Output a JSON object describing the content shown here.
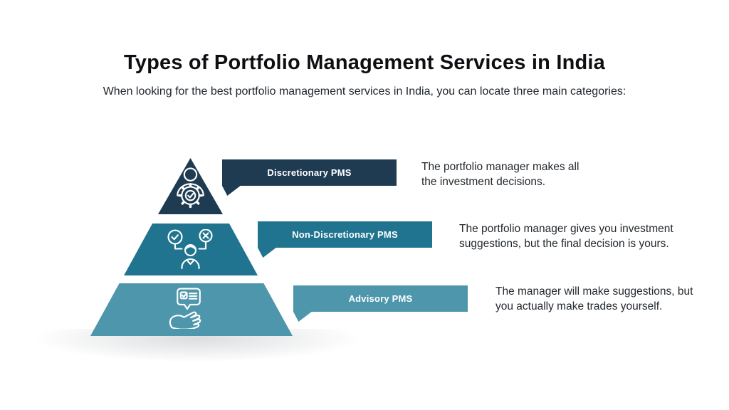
{
  "page": {
    "title": "Types of Portfolio Management Services in India",
    "subtitle": "When looking for the best portfolio management services in India, you can locate three main categories:"
  },
  "colors": {
    "tier1": "#1e3b52",
    "tier2": "#21748f",
    "tier3": "#4d96ab",
    "background": "#ffffff",
    "banner_text": "#ffffff",
    "body_text": "#24292e"
  },
  "tiers": [
    {
      "label": "Discretionary PMS",
      "description_line1": "The portfolio manager makes all",
      "description_line2": "the investment decisions.",
      "icon": "manager-gear-check-icon",
      "color": "#1e3b52"
    },
    {
      "label": "Non-Discretionary PMS",
      "description_line1": "The portfolio manager gives you investment",
      "description_line2": "suggestions, but the final decision is yours.",
      "icon": "person-choice-check-cross-icon",
      "color": "#21748f"
    },
    {
      "label": "Advisory PMS",
      "description_line1": "The manager will make suggestions, but",
      "description_line2": "you actually make trades yourself.",
      "icon": "hand-offering-checklist-icon",
      "color": "#4d96ab"
    }
  ]
}
